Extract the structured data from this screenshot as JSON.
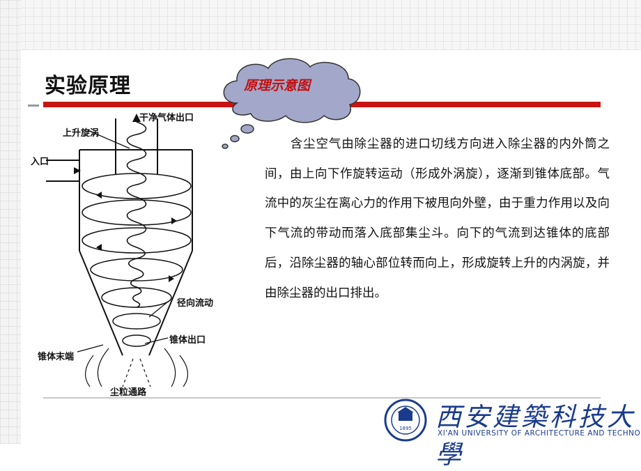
{
  "slide": {
    "title": "实验原理",
    "bubble_label": "原理示意图",
    "body_text": "　　含尘空气由除尘器的进口切线方向进入除尘器的内外筒之间，由上向下作旋转运动（形成外涡旋），逐渐到锥体底部。气流中的灰尘在离心力的作用下被甩向外壁，由于重力作用以及向下气流的带动而落入底部集尘斗。向下的气流到达锥体的底部后，沿除尘器的轴心部位转而向上，形成旋转上升的内涡旋，并由除尘器的出口排出。"
  },
  "diagram": {
    "labels": {
      "clean_gas_outlet": "干净气体出口",
      "rising_vortex": "上升旋涡",
      "inlet": "入口",
      "radial_flow": "径向流动",
      "cone_outlet": "锥体出口",
      "cone_end": "锥体末端",
      "dust_path": "尘粒通路"
    }
  },
  "footer": {
    "university_name": "西安建築科技大學",
    "university_en": "XI'AN UNIVERSITY OF ARCHITECTURE AND TECHNOLOGY",
    "logo_year": "1895"
  },
  "colors": {
    "accent_red": "#c81414",
    "bubble_fill": "#a3a7c9",
    "university_blue": "#1a3b8c"
  }
}
